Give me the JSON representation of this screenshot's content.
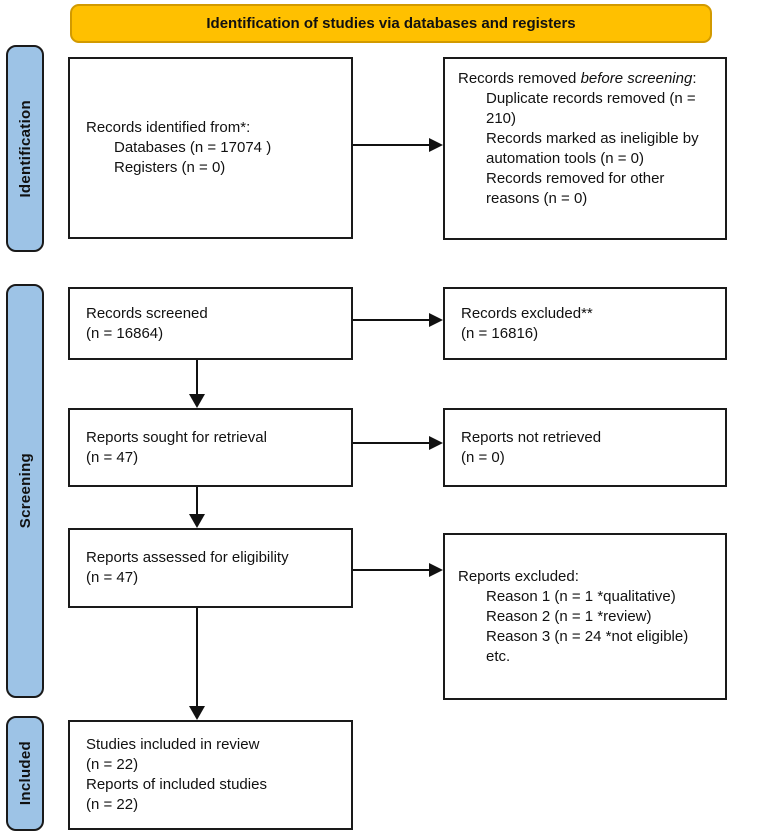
{
  "banner": {
    "title": "Identification of studies via databases and registers"
  },
  "stage_labels": {
    "identification": "Identification",
    "screening": "Screening",
    "included": "Included"
  },
  "boxes": {
    "records_identified": {
      "title": "Records identified from*:",
      "items": [
        "Databases (n = 17074 )",
        "Registers (n = 0)"
      ]
    },
    "records_removed": {
      "title_prefix": "Records removed ",
      "title_italic": "before screening",
      "title_suffix": ":",
      "items": [
        "Duplicate records removed (n = 210)",
        "Records marked as ineligible by automation tools (n = 0)",
        "Records removed for other reasons (n = 0)"
      ]
    },
    "records_screened": {
      "lines": [
        "Records screened",
        "(n = 16864)"
      ]
    },
    "records_excluded": {
      "lines": [
        "Records excluded**",
        "(n = 16816)"
      ]
    },
    "reports_sought": {
      "lines": [
        "Reports sought for retrieval",
        "(n = 47)"
      ]
    },
    "reports_not_retrieved": {
      "lines": [
        "Reports not retrieved",
        "(n = 0)"
      ]
    },
    "reports_assessed": {
      "lines": [
        "Reports assessed for eligibility",
        "(n = 47)"
      ]
    },
    "reports_excluded": {
      "title": "Reports excluded:",
      "items": [
        "Reason 1 (n = 1 *qualitative)",
        "Reason 2 (n = 1 *review)",
        "Reason 3 (n = 24 *not eligible)",
        "etc."
      ]
    },
    "studies_included": {
      "lines": [
        "Studies included in review",
        "(n = 22)",
        "Reports of included studies",
        "(n = 22)"
      ]
    }
  },
  "colors": {
    "banner_bg": "#FFC000",
    "stage_label_bg": "#9DC3E6",
    "box_border": "#1a1a1a",
    "arrow": "#111111"
  }
}
